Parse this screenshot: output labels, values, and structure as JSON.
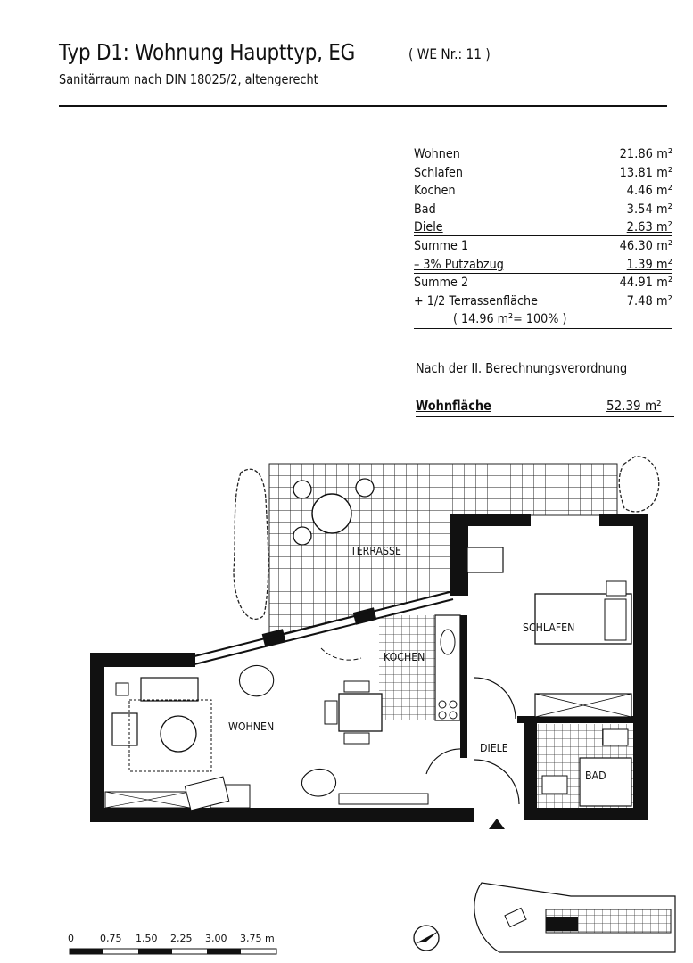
{
  "header": {
    "title": "Typ D1: Wohnung Haupttyp, EG",
    "we_nr": "( WE Nr.: 11 )",
    "subtitle": "Sanitärraum nach DIN 18025/2, altengerecht"
  },
  "areas": {
    "rows": [
      {
        "label": "Wohnen",
        "value": "21.86 m²"
      },
      {
        "label": "Schlafen",
        "value": "13.81 m²"
      },
      {
        "label": "Kochen",
        "value": "4.46 m²"
      },
      {
        "label": "Bad",
        "value": "3.54 m²"
      },
      {
        "label": "Diele",
        "value": "2.63 m²"
      }
    ],
    "summe1": {
      "label": "Summe 1",
      "value": "46.30 m²"
    },
    "putzabzug": {
      "label": "– 3% Putzabzug",
      "value": "1.39 m²"
    },
    "summe2": {
      "label": "Summe 2",
      "value": "44.91 m²"
    },
    "terrasse": {
      "label": "+ 1/2 Terrassenfläche",
      "value": "7.48 m²"
    },
    "terrasse_note": "( 14.96 m²= 100% )"
  },
  "note": "Nach der II. Berechnungsverordnung",
  "wohnflaeche": {
    "label": "Wohnfläche",
    "value": "52.39 m²"
  },
  "rooms": {
    "terrasse": "TERRASSE",
    "schlafen": "SCHLAFEN",
    "kochen": "KOCHEN",
    "wohnen": "WOHNEN",
    "diele": "DIELE",
    "bad": "BAD"
  },
  "scale": {
    "ticks": [
      "0",
      "0,75",
      "1,50",
      "2,25",
      "3,00",
      "3,75 m"
    ]
  }
}
